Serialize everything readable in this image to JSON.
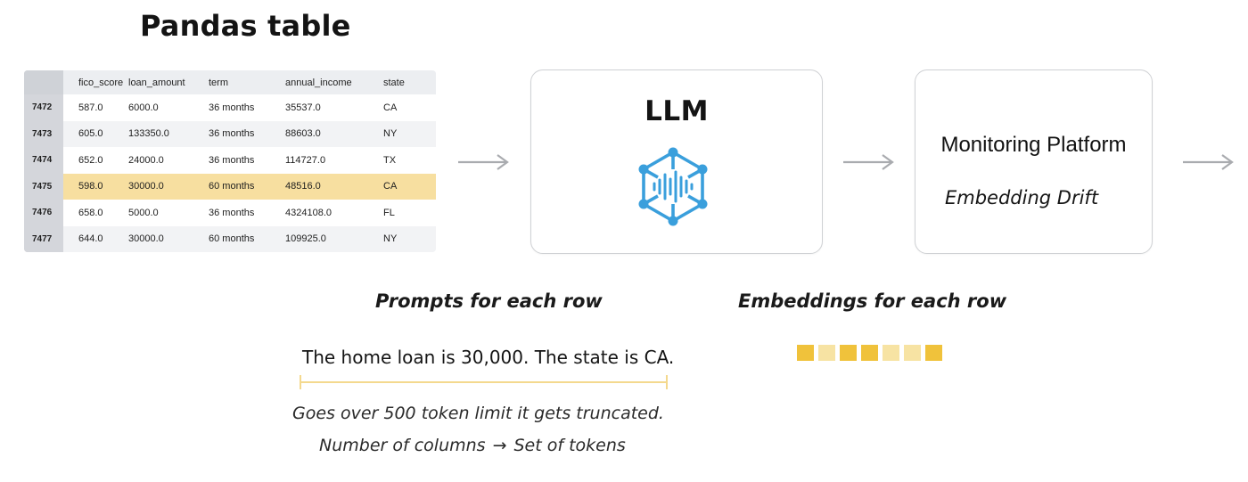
{
  "title": "Pandas table",
  "table": {
    "columns": [
      "",
      "fico_score",
      "loan_amount",
      "term",
      "annual_income",
      "state"
    ],
    "rows": [
      {
        "index": "7472",
        "fico_score": "587.0",
        "loan_amount": "6000.0",
        "term": "36 months",
        "annual_income": "35537.0",
        "state": "CA",
        "highlighted": false
      },
      {
        "index": "7473",
        "fico_score": "605.0",
        "loan_amount": "133350.0",
        "term": "36 months",
        "annual_income": "88603.0",
        "state": "NY",
        "highlighted": false
      },
      {
        "index": "7474",
        "fico_score": "652.0",
        "loan_amount": "24000.0",
        "term": "36 months",
        "annual_income": "114727.0",
        "state": "TX",
        "highlighted": false
      },
      {
        "index": "7475",
        "fico_score": "598.0",
        "loan_amount": "30000.0",
        "term": "60 months",
        "annual_income": "48516.0",
        "state": "CA",
        "highlighted": true
      },
      {
        "index": "7476",
        "fico_score": "658.0",
        "loan_amount": "5000.0",
        "term": "36 months",
        "annual_income": "4324108.0",
        "state": "FL",
        "highlighted": false
      },
      {
        "index": "7477",
        "fico_score": "644.0",
        "loan_amount": "30000.0",
        "term": "60 months",
        "annual_income": "109925.0",
        "state": "NY",
        "highlighted": false
      }
    ]
  },
  "llm": {
    "label": "LLM",
    "icon": "llm-network-icon"
  },
  "monitoring": {
    "title": "Monitoring Platform",
    "subtitle": "Embedding Drift"
  },
  "captions": {
    "prompts": "Prompts for each row",
    "embeddings": "Embeddings for each row"
  },
  "prompt": {
    "sentence": "The home loan is 30,000. The state is CA.",
    "truncation_note": "Goes over 500 token limit it gets truncated.",
    "columns_from": "Number of columns",
    "columns_arrow": "→",
    "columns_to": "Set of tokens"
  },
  "embedding_squares": [
    "#f0c23b",
    "#f7e3a3",
    "#f0c23b",
    "#f0c23b",
    "#f7e3a3",
    "#f7e3a3",
    "#f0c23b"
  ],
  "colors": {
    "highlight_row": "#f7dfa0",
    "llm_icon": "#3a9fdc",
    "arrow": "#a9abaf",
    "token_bar": "#f4d98e"
  }
}
